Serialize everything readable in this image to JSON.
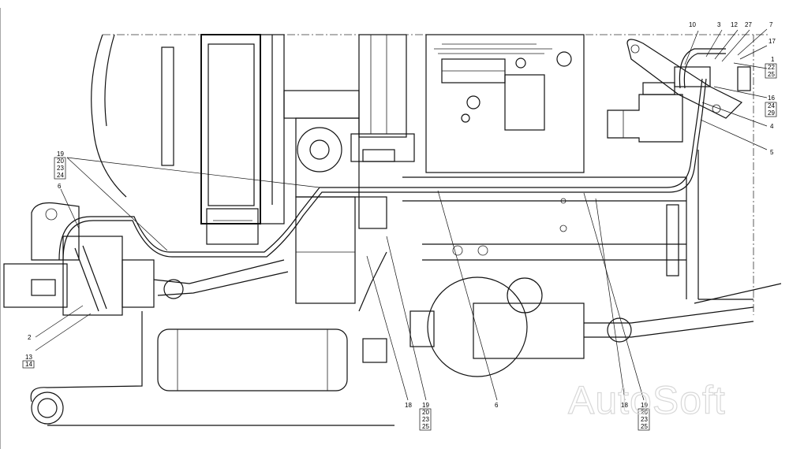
{
  "diagram": {
    "callouts": {
      "c10": "10",
      "c3": "3",
      "c12": "12",
      "c27": "27",
      "c7": "7",
      "c17": "17",
      "c1": "1",
      "c22": "22",
      "c25a": "25",
      "c16": "16",
      "c24a": "24",
      "c29": "29",
      "c4": "4",
      "c5": "5",
      "c19a": "19",
      "c20a": "20",
      "c23a": "23",
      "c24b": "24",
      "c6a": "6",
      "c2": "2",
      "c13": "13",
      "c14": "14",
      "c18a": "18",
      "c19b": "19",
      "c20b": "20",
      "c23b": "23",
      "c25b": "25",
      "c6b": "6",
      "c18b": "18",
      "c19c": "19",
      "c20c": "20",
      "c23c": "23",
      "c25c": "25"
    },
    "watermark": "AutoSoft"
  }
}
